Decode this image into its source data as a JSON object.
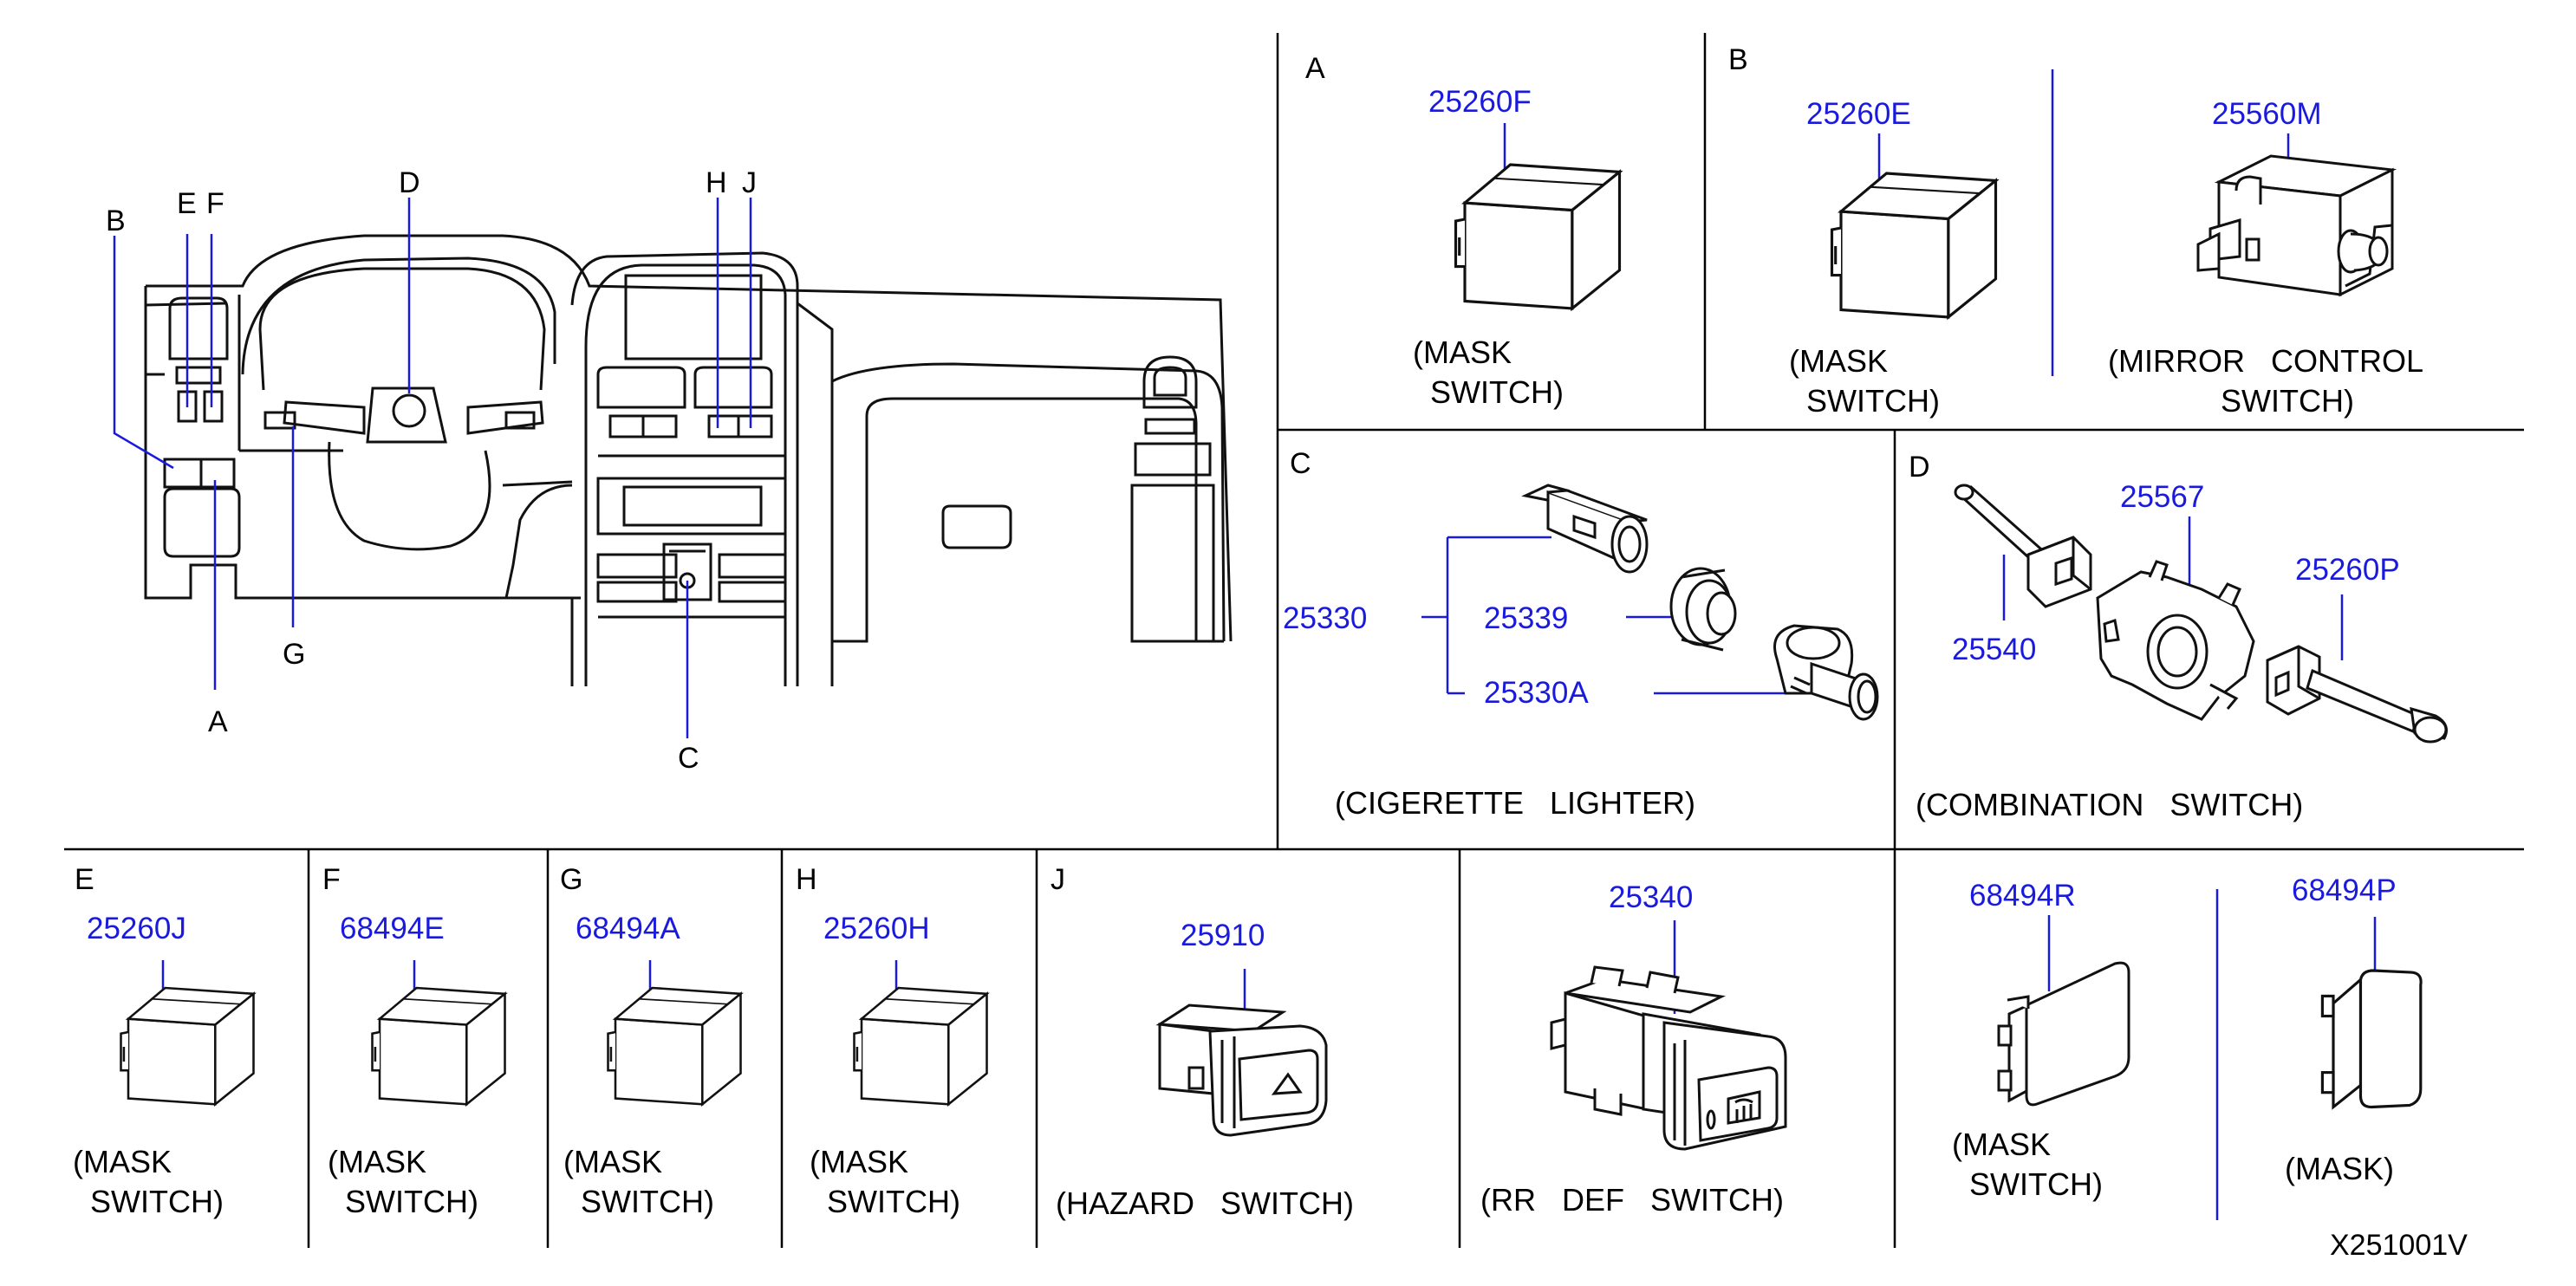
{
  "drawing_id": "X251001V",
  "overview": {
    "callouts": [
      "B",
      "E",
      "F",
      "D",
      "H",
      "J",
      "G",
      "A",
      "C"
    ]
  },
  "panels": {
    "A": {
      "letter": "A",
      "part": "25260F",
      "caption": "(MASK\n  SWITCH)"
    },
    "B": {
      "letter": "B",
      "left": {
        "part": "25260E",
        "caption": "(MASK\n  SWITCH)"
      },
      "right": {
        "part": "25560M",
        "caption": "(MIRROR   CONTROL\n             SWITCH)"
      }
    },
    "C": {
      "letter": "C",
      "parts": {
        "assembly": "25330",
        "ring": "25339",
        "plug": "25330A"
      },
      "caption": "(CIGERETTE   LIGHTER)"
    },
    "D": {
      "letter": "D",
      "parts": {
        "left_lever": "25540",
        "body": "25567",
        "right_lever": "25260P"
      },
      "caption": "(COMBINATION   SWITCH)"
    },
    "E": {
      "letter": "E",
      "part": "25260J",
      "caption": "(MASK\n  SWITCH)"
    },
    "F": {
      "letter": "F",
      "part": "68494E",
      "caption": "(MASK\n  SWITCH)"
    },
    "G": {
      "letter": "G",
      "part": "68494A",
      "caption": "(MASK\n  SWITCH)"
    },
    "H": {
      "letter": "H",
      "part": "25260H",
      "caption": "(MASK\n  SWITCH)"
    },
    "J": {
      "letter": "J",
      "part": "25910",
      "caption": "(HAZARD   SWITCH)"
    },
    "rr_def": {
      "part": "25340",
      "caption": "(RR   DEF   SWITCH)"
    },
    "masks": {
      "left": {
        "part": "68494R",
        "caption": "(MASK\n  SWITCH)"
      },
      "right": {
        "part": "68494P",
        "caption": "(MASK)"
      }
    }
  }
}
